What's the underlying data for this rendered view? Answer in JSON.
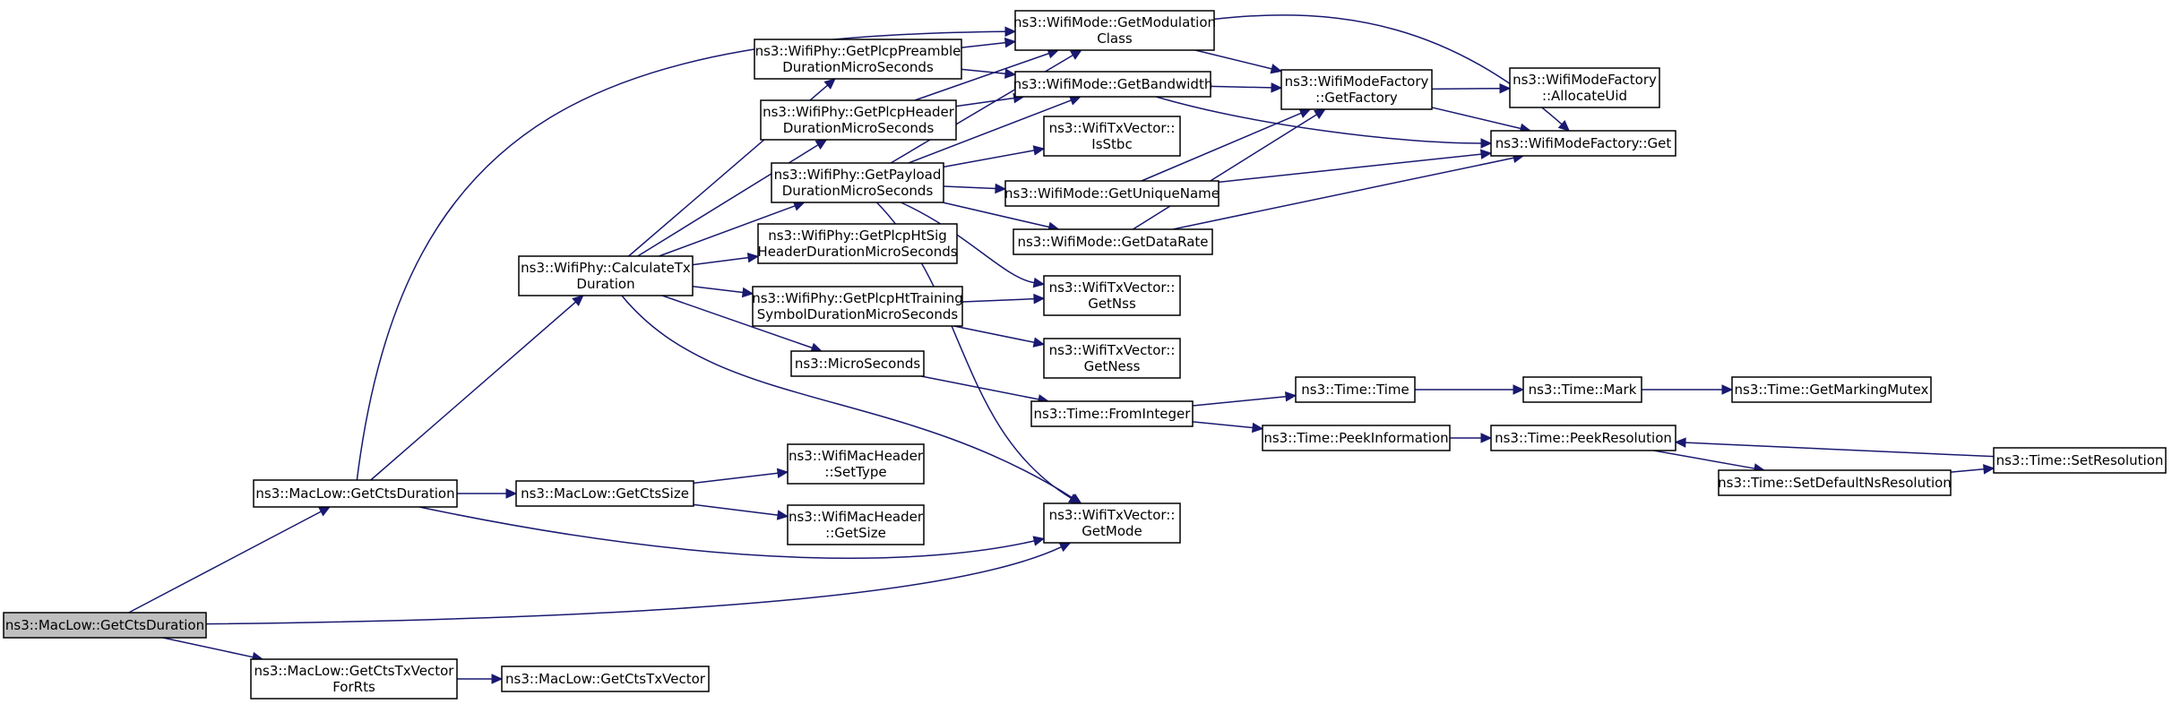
{
  "colors": {
    "edge": "#191970",
    "node_border": "#000000",
    "root_fill": "#bfbfbf",
    "node_fill": "#ffffff"
  },
  "nodes": [
    {
      "id": "root",
      "lines": [
        "ns3::MacLow::GetCtsDuration"
      ]
    },
    {
      "id": "getctsduration2",
      "lines": [
        "ns3::MacLow::GetCtsDuration"
      ]
    },
    {
      "id": "getctstxvectorforrts",
      "lines": [
        "ns3::MacLow::GetCtsTxVector",
        "ForRts"
      ]
    },
    {
      "id": "getctstxvector",
      "lines": [
        "ns3::MacLow::GetCtsTxVector"
      ]
    },
    {
      "id": "calctx",
      "lines": [
        "ns3::WifiPhy::CalculateTx",
        "Duration"
      ]
    },
    {
      "id": "getctssize",
      "lines": [
        "ns3::MacLow::GetCtsSize"
      ]
    },
    {
      "id": "settype",
      "lines": [
        "ns3::WifiMacHeader",
        "::SetType"
      ]
    },
    {
      "id": "getsize",
      "lines": [
        "ns3::WifiMacHeader",
        "::GetSize"
      ]
    },
    {
      "id": "preamble",
      "lines": [
        "ns3::WifiPhy::GetPlcpPreamble",
        "DurationMicroSeconds"
      ]
    },
    {
      "id": "header",
      "lines": [
        "ns3::WifiPhy::GetPlcpHeader",
        "DurationMicroSeconds"
      ]
    },
    {
      "id": "payload",
      "lines": [
        "ns3::WifiPhy::GetPayload",
        "DurationMicroSeconds"
      ]
    },
    {
      "id": "htsig",
      "lines": [
        "ns3::WifiPhy::GetPlcpHtSig",
        "HeaderDurationMicroSeconds"
      ]
    },
    {
      "id": "httraining",
      "lines": [
        "ns3::WifiPhy::GetPlcpHtTraining",
        "SymbolDurationMicroSeconds"
      ]
    },
    {
      "id": "microseconds",
      "lines": [
        "ns3::MicroSeconds"
      ]
    },
    {
      "id": "modclass",
      "lines": [
        "ns3::WifiMode::GetModulation",
        "Class"
      ]
    },
    {
      "id": "bandwidth",
      "lines": [
        "ns3::WifiMode::GetBandwidth"
      ]
    },
    {
      "id": "isstbc",
      "lines": [
        "ns3::WifiTxVector::",
        "IsStbc"
      ]
    },
    {
      "id": "uniquename",
      "lines": [
        "ns3::WifiMode::GetUniqueName"
      ]
    },
    {
      "id": "datarate",
      "lines": [
        "ns3::WifiMode::GetDataRate"
      ]
    },
    {
      "id": "getnss",
      "lines": [
        "ns3::WifiTxVector::",
        "GetNss"
      ]
    },
    {
      "id": "getness",
      "lines": [
        "ns3::WifiTxVector::",
        "GetNess"
      ]
    },
    {
      "id": "getmode",
      "lines": [
        "ns3::WifiTxVector::",
        "GetMode"
      ]
    },
    {
      "id": "fromint",
      "lines": [
        "ns3::Time::FromInteger"
      ]
    },
    {
      "id": "getfactory",
      "lines": [
        "ns3::WifiModeFactory",
        "::GetFactory"
      ]
    },
    {
      "id": "allocuid",
      "lines": [
        "ns3::WifiModeFactory",
        "::AllocateUid"
      ]
    },
    {
      "id": "factoryget",
      "lines": [
        "ns3::WifiModeFactory::Get"
      ]
    },
    {
      "id": "time",
      "lines": [
        "ns3::Time::Time"
      ]
    },
    {
      "id": "mark",
      "lines": [
        "ns3::Time::Mark"
      ]
    },
    {
      "id": "markmutex",
      "lines": [
        "ns3::Time::GetMarkingMutex"
      ]
    },
    {
      "id": "peekinfo",
      "lines": [
        "ns3::Time::PeekInformation"
      ]
    },
    {
      "id": "peekres",
      "lines": [
        "ns3::Time::PeekResolution"
      ]
    },
    {
      "id": "setdefres",
      "lines": [
        "ns3::Time::SetDefaultNsResolution"
      ]
    },
    {
      "id": "setres",
      "lines": [
        "ns3::Time::SetResolution"
      ]
    }
  ],
  "edges": [
    [
      "root",
      "getctsduration2"
    ],
    [
      "root",
      "getmode"
    ],
    [
      "root",
      "getctstxvectorforrts"
    ],
    [
      "getctstxvectorforrts",
      "getctstxvector"
    ],
    [
      "getctsduration2",
      "calctx"
    ],
    [
      "getctsduration2",
      "modclass"
    ],
    [
      "getctsduration2",
      "getctssize"
    ],
    [
      "getctsduration2",
      "getmode"
    ],
    [
      "getctssize",
      "settype"
    ],
    [
      "getctssize",
      "getsize"
    ],
    [
      "calctx",
      "preamble"
    ],
    [
      "calctx",
      "header"
    ],
    [
      "calctx",
      "payload"
    ],
    [
      "calctx",
      "htsig"
    ],
    [
      "calctx",
      "httraining"
    ],
    [
      "calctx",
      "microseconds"
    ],
    [
      "calctx",
      "getmode"
    ],
    [
      "preamble",
      "modclass"
    ],
    [
      "preamble",
      "bandwidth"
    ],
    [
      "header",
      "modclass"
    ],
    [
      "header",
      "bandwidth"
    ],
    [
      "payload",
      "modclass"
    ],
    [
      "payload",
      "bandwidth"
    ],
    [
      "payload",
      "isstbc"
    ],
    [
      "payload",
      "uniquename"
    ],
    [
      "payload",
      "datarate"
    ],
    [
      "payload",
      "getnss"
    ],
    [
      "payload",
      "getmode"
    ],
    [
      "httraining",
      "getnss"
    ],
    [
      "httraining",
      "getness"
    ],
    [
      "microseconds",
      "fromint"
    ],
    [
      "modclass",
      "getfactory"
    ],
    [
      "modclass",
      "factoryget"
    ],
    [
      "bandwidth",
      "getfactory"
    ],
    [
      "bandwidth",
      "factoryget"
    ],
    [
      "uniquename",
      "getfactory"
    ],
    [
      "uniquename",
      "factoryget"
    ],
    [
      "datarate",
      "getfactory"
    ],
    [
      "datarate",
      "factoryget"
    ],
    [
      "getfactory",
      "allocuid"
    ],
    [
      "getfactory",
      "factoryget"
    ],
    [
      "fromint",
      "time"
    ],
    [
      "fromint",
      "peekinfo"
    ],
    [
      "time",
      "mark"
    ],
    [
      "mark",
      "markmutex"
    ],
    [
      "peekinfo",
      "peekres"
    ],
    [
      "peekres",
      "setdefres"
    ],
    [
      "setdefres",
      "setres"
    ],
    [
      "setres",
      "peekres"
    ]
  ]
}
